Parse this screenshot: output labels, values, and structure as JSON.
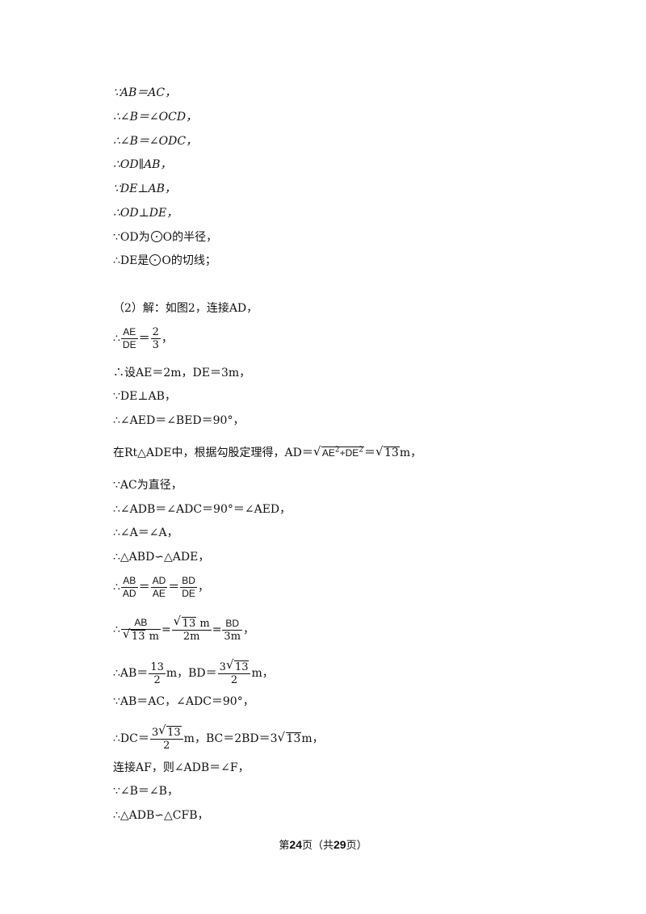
{
  "lines": {
    "l1": "∵AB＝AC，",
    "l2": "∴∠B＝∠OCD，",
    "l3": "∴∠B＝∠ODC，",
    "l4": "∴OD∥AB，",
    "l5": "∵DE⊥AB，",
    "l6": "∴OD⊥DE，",
    "l7a": "∵OD为",
    "l7b": "O的半径，",
    "l8a": "∴DE是",
    "l8b": "O的切线；",
    "l9": "（2）解：如图2，连接AD，",
    "l10a": "∴",
    "l10num": "AE",
    "l10den": "DE",
    "l10b": "＝",
    "l10num2": "2",
    "l10den2": "3",
    "l10c": "，",
    "l11": "∴设AE＝2m，DE＝3m，",
    "l12": "∵DE⊥AB，",
    "l13": "∴∠AED＝∠BED＝90°，",
    "l14a": "在Rt△ADE中，根据勾股定理得，AD＝",
    "l14rad1": "AE",
    "l14sup": "2",
    "l14plus": "+DE",
    "l14sup2": "2",
    "l14b": "＝",
    "l14rad2": "13",
    "l14c": "m，",
    "l15": "∵AC为直径，",
    "l16": "∴∠ADB＝∠ADC＝90°＝∠AED，",
    "l17": "∴∠A＝∠A，",
    "l18": "∴△ABD∽△ADE，",
    "l19a": "∴",
    "l19n1": "AB",
    "l19d1": "AD",
    "l19eq1": "＝",
    "l19n2": "AD",
    "l19d2": "AE",
    "l19eq2": "＝",
    "l19n3": "BD",
    "l19d3": "DE",
    "l19c": "，",
    "l20a": "∴",
    "l20n1": "AB",
    "l20d1rad": "13",
    "l20d1m": " m",
    "l20eq1": "=",
    "l20n2rad": "13",
    "l20n2m": " m",
    "l20d2": "2m",
    "l20eq2": "=",
    "l20n3": "BD",
    "l20d3": "3m",
    "l20c": "，",
    "l21a": "∴AB＝",
    "l21n": "13",
    "l21d": "2",
    "l21b": "m，BD＝",
    "l21n2pre": "3",
    "l21n2rad": "13",
    "l21d2": "2",
    "l21c": "m，",
    "l22": "∵AB＝AC，∠ADC＝90°，",
    "l23a": "∴DC＝",
    "l23npre": "3",
    "l23nrad": "13",
    "l23d": "2",
    "l23b": "m，BC＝2BD＝3",
    "l23rad": "13",
    "l23c": "m，",
    "l24": "连接AF，则∠ADB＝∠F，",
    "l25": "∵∠B＝∠B，",
    "l26": "∴△ADB∽△CFB，"
  },
  "footer": {
    "pre": "第",
    "page": "24",
    "mid": "页（共",
    "total": "29",
    "post": "页）"
  }
}
